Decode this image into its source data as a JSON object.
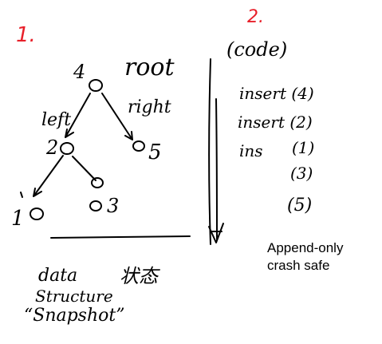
{
  "colors": {
    "ink": "#000000",
    "red_ink": "#e8202a",
    "background": "#ffffff"
  },
  "section_1": {
    "number": "1.",
    "tree": {
      "root": {
        "value": "4",
        "label": "root"
      },
      "edge_left_label": "left",
      "edge_right_label": "right",
      "left_child": "2",
      "right_child": "5",
      "left_left_grandchild": "1",
      "left_right_grandchild": "3"
    },
    "caption_line1": "data",
    "caption_cjk": "状态",
    "caption_line2": "Structure",
    "caption_line3": "“Snapshot”"
  },
  "section_2": {
    "number": "2.",
    "header": "(code)",
    "log": [
      "insert (4)",
      "insert (2)",
      "ins",
      "(1)",
      "(3)",
      "(5)"
    ],
    "note_line1": "Append-only",
    "note_line2": "crash safe"
  }
}
